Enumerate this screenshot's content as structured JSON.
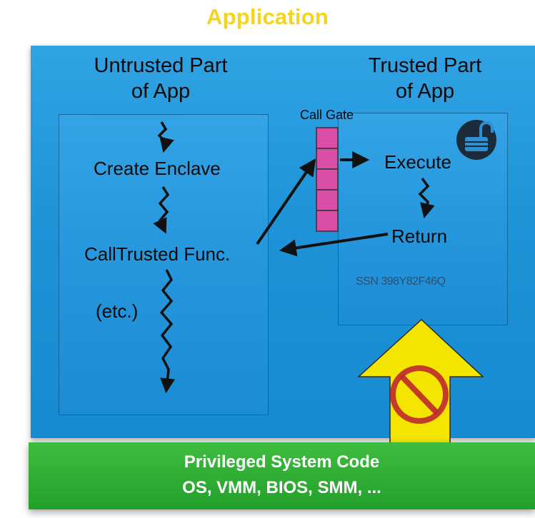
{
  "title": "Application",
  "untrusted": {
    "heading_line1": "Untrusted Part",
    "heading_line2": "of App",
    "step1": "Create Enclave",
    "step2": "CallTrusted Func.",
    "step3": "(etc.)"
  },
  "trusted": {
    "heading_line1": "Trusted Part",
    "heading_line2": "of App",
    "step1": "Execute",
    "step2": "Return",
    "secret": "SSN 398Y82F46Q"
  },
  "call_gate": {
    "label": "Call Gate",
    "slots": 5
  },
  "system": {
    "line1": "Privileged System Code",
    "line2": "OS, VMM, BIOS, SMM, ..."
  },
  "colors": {
    "title": "#f6d31c",
    "app_background": "#1e93d8",
    "system_background": "#22a02a",
    "call_gate_slot": "#d94fa8",
    "blocked_arrow": "#f3e500",
    "prohibition_sign": "#c0282d"
  },
  "icons": [
    "unlock-icon",
    "prohibited-icon"
  ]
}
